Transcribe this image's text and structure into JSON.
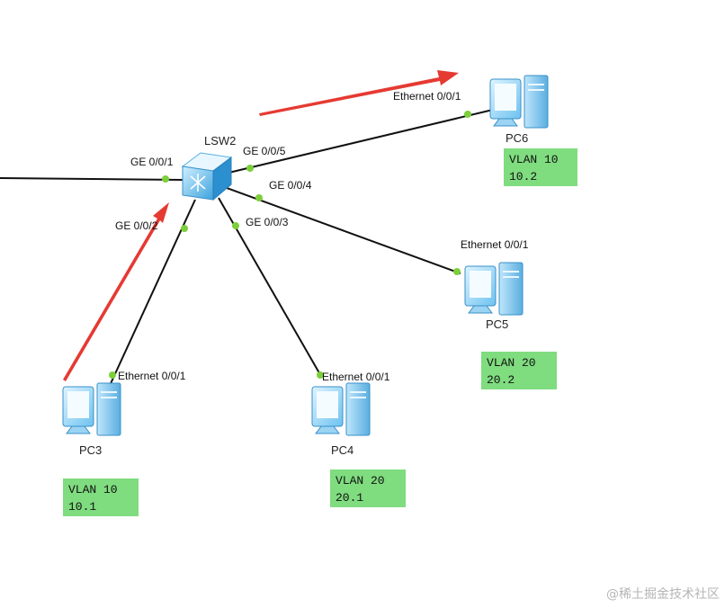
{
  "switch": {
    "name": "LSW2"
  },
  "ports": {
    "sw_uplink": "GE 0/0/1",
    "sw_pc3": "GE 0/0/2",
    "sw_pc4": "GE 0/0/3",
    "sw_pc5": "GE 0/0/4",
    "sw_pc6": "GE 0/0/5",
    "pc3": "Ethernet 0/0/1",
    "pc4": "Ethernet 0/0/1",
    "pc5": "Ethernet 0/0/1",
    "pc6": "Ethernet 0/0/1"
  },
  "pcs": {
    "pc3": {
      "name": "PC3",
      "vlan": "VLAN 10",
      "addr": "10.1"
    },
    "pc4": {
      "name": "PC4",
      "vlan": "VLAN 20",
      "addr": "20.1"
    },
    "pc5": {
      "name": "PC5",
      "vlan": "VLAN 20",
      "addr": "20.2"
    },
    "pc6": {
      "name": "PC6",
      "vlan": "VLAN 10",
      "addr": "10.2"
    }
  },
  "colors": {
    "link": "#111111",
    "port_dot": "#7ccf3a",
    "arrow": "#e53a32",
    "note_bg": "#7fdc7f"
  },
  "watermark": "@稀土掘金技术社区"
}
